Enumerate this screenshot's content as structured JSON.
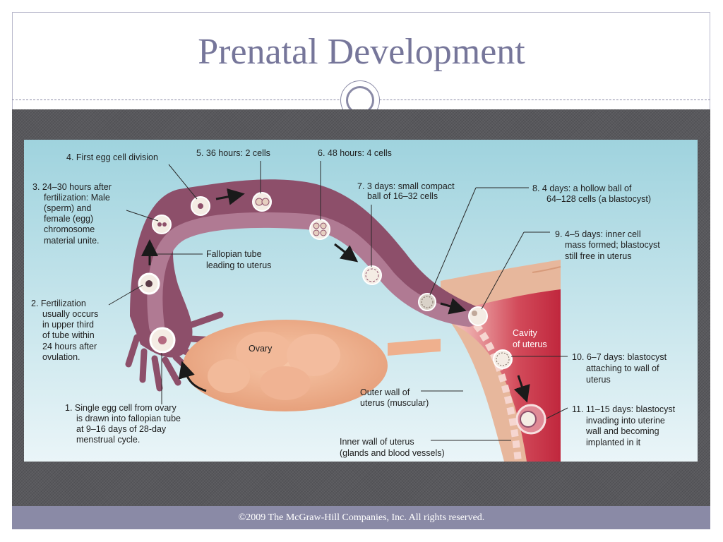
{
  "slide": {
    "title": "Prenatal Development",
    "footer": "©2009 The McGraw-Hill Companies, Inc. All rights reserved."
  },
  "diagram": {
    "labels": {
      "step1": [
        "1. Single egg cell from ovary",
        "is drawn into fallopian tube",
        "at 9–16 days of 28-day",
        "menstrual cycle."
      ],
      "step2": [
        "2. Fertilization",
        "usually occurs",
        "in upper third",
        "of tube within",
        "24 hours after",
        "ovulation."
      ],
      "step3": [
        "3. 24–30 hours after",
        "fertilization: Male",
        "(sperm) and",
        "female (egg)",
        "chromosome",
        "material unite."
      ],
      "step4": [
        "4. First egg cell division"
      ],
      "step5": [
        "5. 36 hours: 2 cells"
      ],
      "step6": [
        "6. 48 hours: 4 cells"
      ],
      "step7": [
        "7. 3 days: small compact",
        "ball of 16–32 cells"
      ],
      "step8": [
        "8. 4 days: a hollow ball of",
        "64–128 cells (a blastocyst)"
      ],
      "step9": [
        "9. 4–5 days: inner cell",
        "mass formed; blastocyst",
        "still free in uterus"
      ],
      "step10": [
        "10. 6–7 days: blastocyst",
        "attaching to wall of",
        "uterus"
      ],
      "step11": [
        "11. 11–15 days: blastocyst",
        "invading into uterine",
        "wall and becoming",
        "implanted in it"
      ],
      "fallopian_tube": [
        "Fallopian tube",
        "leading to uterus"
      ],
      "ovary": [
        "Ovary"
      ],
      "cavity": [
        "Cavity",
        "of uterus"
      ],
      "outer_wall": [
        "Outer wall of",
        "uterus (muscular)"
      ],
      "inner_wall": [
        "Inner wall of uterus",
        "(glands and blood vessels)"
      ]
    },
    "colors": {
      "background_top": "#9fd3de",
      "background_bottom": "#e8f4f7",
      "tube": "#8d4f6a",
      "tube_lumen": "#b07a93",
      "ovary": "#efb08e",
      "uterus_muscle": "#e7b79c",
      "uterus_inner": "#c8364a"
    }
  }
}
